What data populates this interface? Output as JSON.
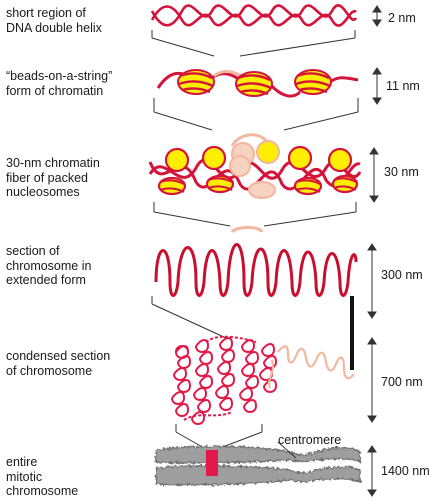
{
  "labels": [
    "short region of\nDNA double helix",
    "“beads-on-a-string”\nform of chromatin",
    "30-nm chromatin\nfiber of packed\nnucleosomes",
    "section of\nchromosome in\nextended form",
    "condensed section\nof chromosome",
    "entire\nmitotic\nchromosome"
  ],
  "scales": [
    "2 nm",
    "11 nm",
    "30 nm",
    "300 nm",
    "700 nm",
    "1400 nm"
  ],
  "centromere": "centromere",
  "colors": {
    "dna": "#d4143a",
    "histone": "#ffee00",
    "faded_chromatin": "#f0b8a0",
    "chromosome": "#9e9e9e",
    "highlight": "#e21a4a"
  }
}
